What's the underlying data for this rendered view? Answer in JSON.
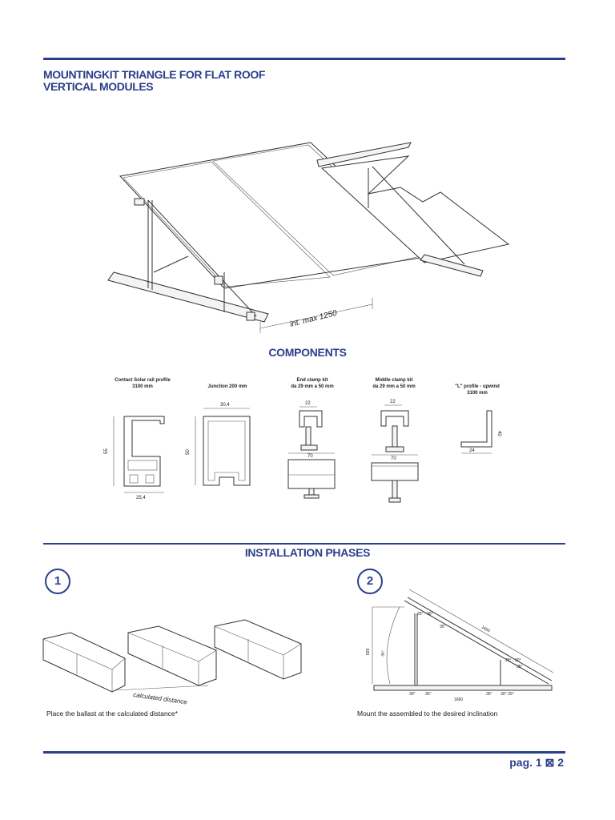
{
  "header": {
    "title_line1": "MOUNTINGKIT TRIANGLE FOR FLAT ROOF",
    "title_line2": "VERTICAL MODULES"
  },
  "main_drawing": {
    "dimension_label": "int. max 1250"
  },
  "components": {
    "heading": "COMPONENTS",
    "items": [
      {
        "label_line1": "Contact Solar rail profile",
        "label_line2": "3100 mm",
        "dims": [
          "55",
          "25,4"
        ]
      },
      {
        "label_line1": "Junction 200 mm",
        "label_line2": "",
        "dims": [
          "30,4",
          "50"
        ]
      },
      {
        "label_line1": "End clamp kit",
        "label_line2": "da 29 mm a 50 mm",
        "dims": [
          "22",
          "70"
        ]
      },
      {
        "label_line1": "Middle clamp kit",
        "label_line2": "da 29 mm a 50 mm",
        "dims": [
          "22",
          "70"
        ]
      },
      {
        "label_line1": "\"L\" profile - upwind",
        "label_line2": "3100 mm",
        "dims": [
          "40",
          "24"
        ]
      }
    ]
  },
  "installation": {
    "heading": "INSTALLATION PHASES",
    "steps": [
      {
        "number": "1",
        "caption": "Place the ballast at the calculated distance*",
        "dimension_label": "calculated distance"
      },
      {
        "number": "2",
        "caption": "Mount the assembled to the desired inclination",
        "dims": [
          "25° - 30°",
          "35°",
          "1660",
          "25° - 30°",
          "35°",
          "30°",
          "35°",
          "1660",
          "35°",
          "30°·25°",
          "829",
          "30°"
        ]
      }
    ]
  },
  "footer": {
    "page_label": "pag. 1 ⊠ 2"
  },
  "colors": {
    "accent": "#2b3f8c",
    "text": "#1a1a1a"
  }
}
